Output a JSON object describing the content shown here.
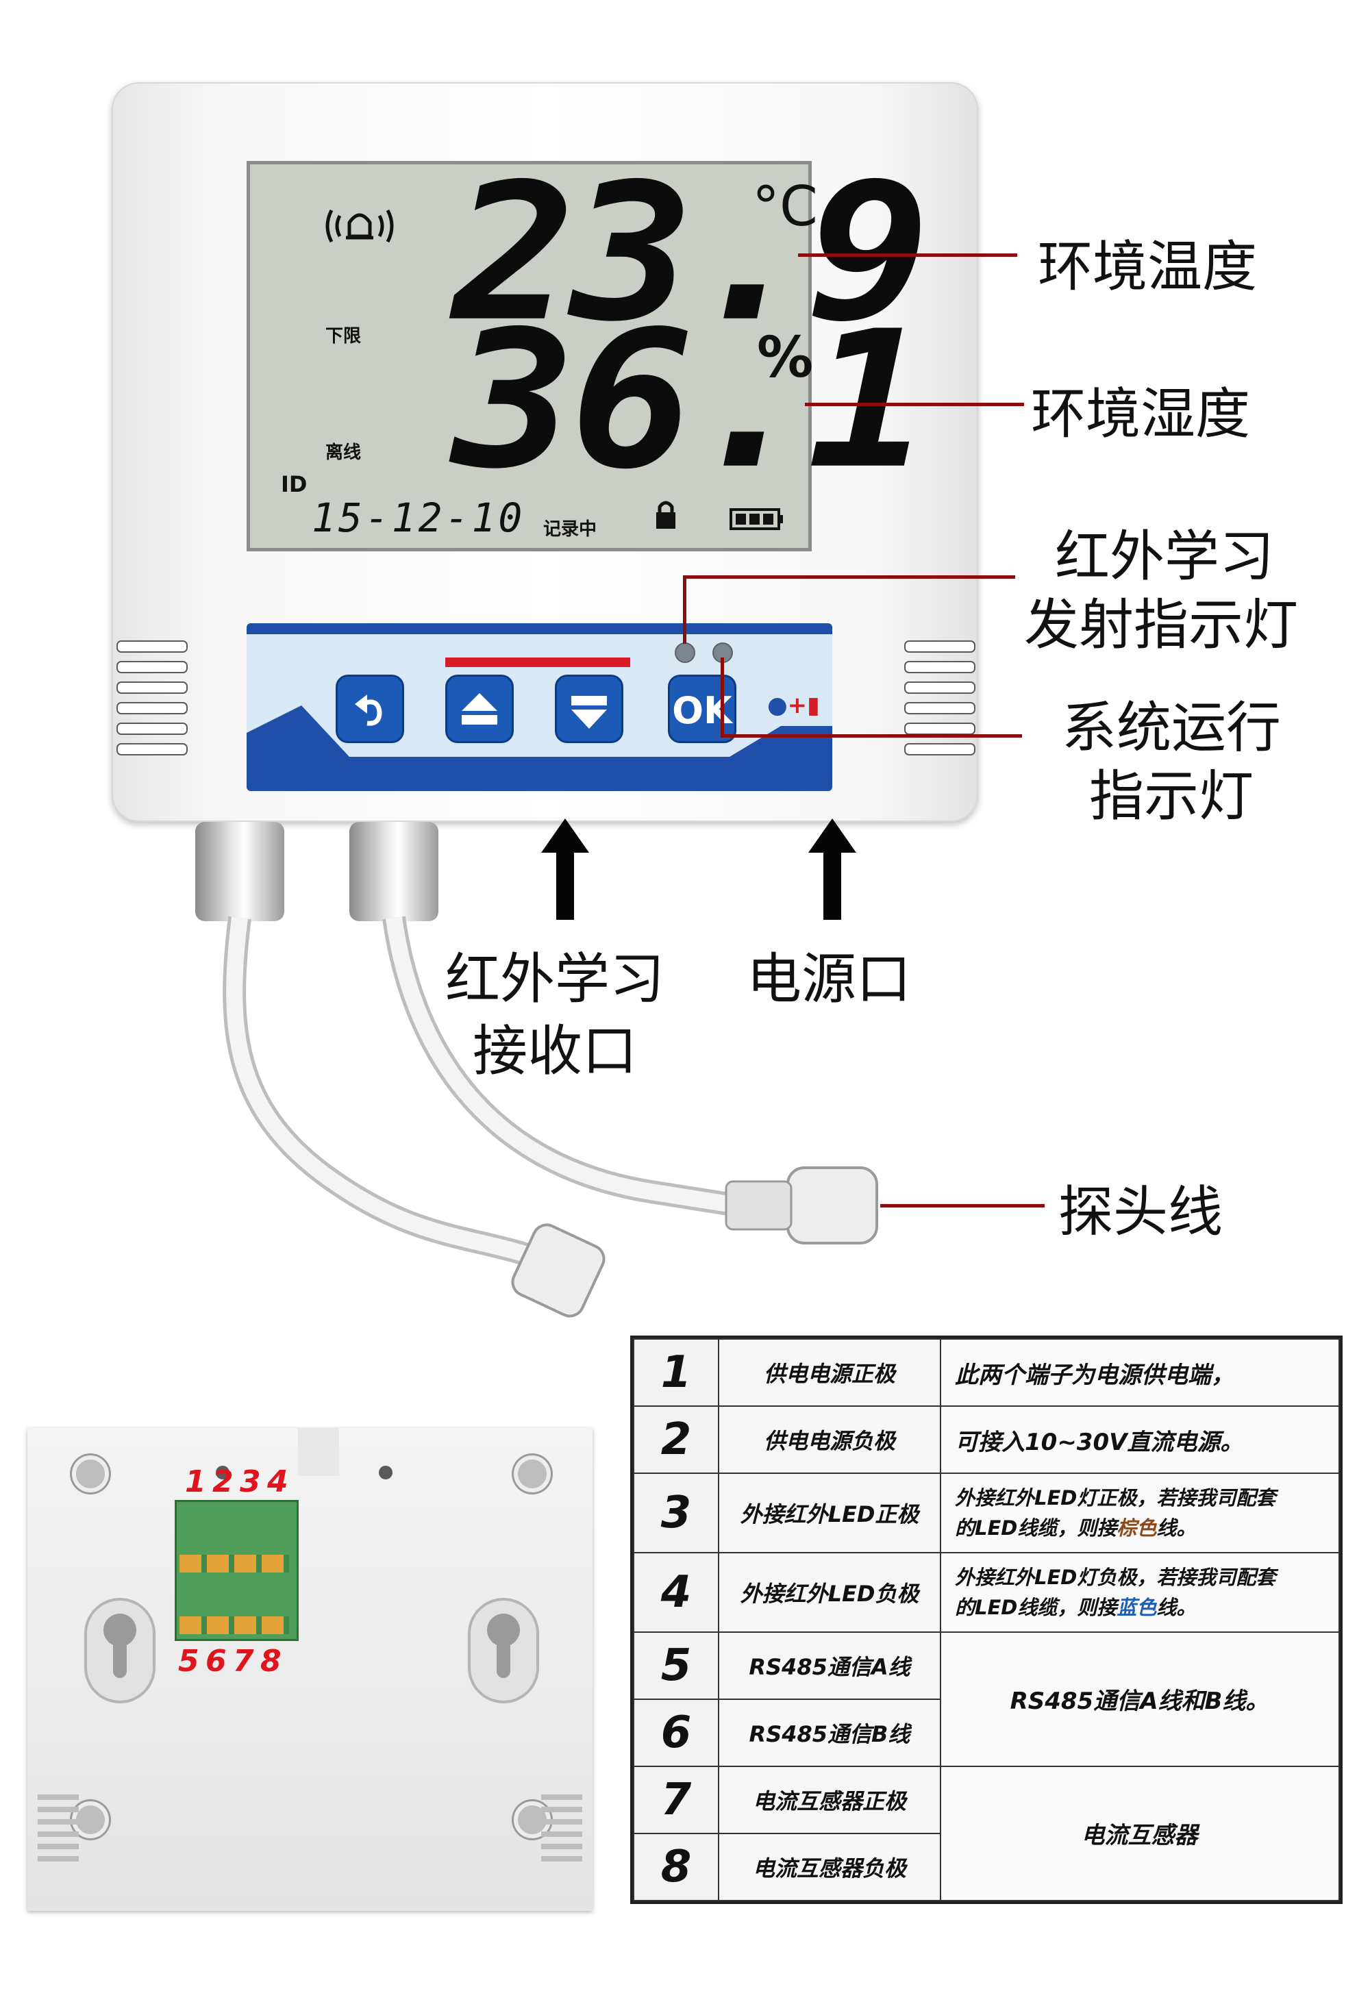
{
  "lcd": {
    "temperature": "23.9",
    "temp_unit": "°C",
    "humidity": "36.1",
    "hum_unit": "%",
    "lower_limit_label": "下限",
    "offline_label": "离线",
    "id_label": "ID",
    "date": "15-12-10",
    "recording_label": "记录中"
  },
  "panel": {
    "back_btn_icon": "undo-icon",
    "up_btn_icon": "up-arrow-icon",
    "down_btn_icon": "down-arrow-icon",
    "ok_label": "OK",
    "sensor_icon_text": "+"
  },
  "callouts": {
    "env_temp": "环境温度",
    "env_hum": "环境湿度",
    "ir_led_line1": "红外学习",
    "ir_led_line2": "发射指示灯",
    "sys_led_line1": "系统运行",
    "sys_led_line2": "指示灯",
    "ir_recv_line1": "红外学习",
    "ir_recv_line2": "接收口",
    "power_port": "电源口",
    "probe_cable": "探头线"
  },
  "terminals": {
    "top": [
      "1",
      "2",
      "3",
      "4"
    ],
    "bottom": [
      "5",
      "6",
      "7",
      "8"
    ]
  },
  "table": {
    "rows": [
      {
        "num": "1",
        "name": "供电电源正极"
      },
      {
        "num": "2",
        "name": "供电电源负极"
      },
      {
        "num": "3",
        "name": "外接红外LED正极"
      },
      {
        "num": "4",
        "name": "外接红外LED负极"
      },
      {
        "num": "5",
        "name": "RS485通信A线"
      },
      {
        "num": "6",
        "name": "RS485通信B线"
      },
      {
        "num": "7",
        "name": "电流互感器正极"
      },
      {
        "num": "8",
        "name": "电流互感器负极"
      }
    ],
    "desc_power_1": "此两个端子为电源供电端，",
    "desc_power_2": "可接入10~30V直流电源。",
    "desc_led_pos_a": "外接红外LED灯正极，若接我司配套",
    "desc_led_pos_b": "的LED线缆，则接",
    "desc_led_pos_color": "棕色",
    "desc_led_pos_c": "线。",
    "desc_led_neg_a": "外接红外LED灯负极，若接我司配套",
    "desc_led_neg_b": "的LED线缆，则接",
    "desc_led_neg_color": "蓝色",
    "desc_led_neg_c": "线。",
    "desc_rs485": "RS485通信A线和B线。",
    "desc_ct": "电流互感器"
  },
  "colors": {
    "accent_red": "#d61c24",
    "button_blue": "#1d5ab5",
    "leader_red": "#8b0d0d",
    "brown_text": "#8b4a1c",
    "blue_text": "#1f5fb3"
  }
}
